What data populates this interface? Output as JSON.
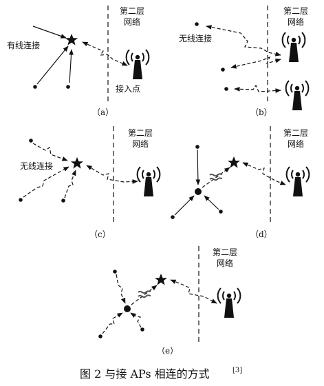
{
  "labels": {
    "layer2_line1": "第二层",
    "layer2_line2": "网络",
    "wireless_link": "无线连接",
    "wireless_link_a": "有线连接",
    "access_point": "接入点"
  },
  "panels": [
    "（a）",
    "（b）",
    "（c）",
    "（d）",
    "（e）"
  ],
  "caption": {
    "text": "图 2  与接 APs 相连的方式",
    "ref": "[3]"
  }
}
